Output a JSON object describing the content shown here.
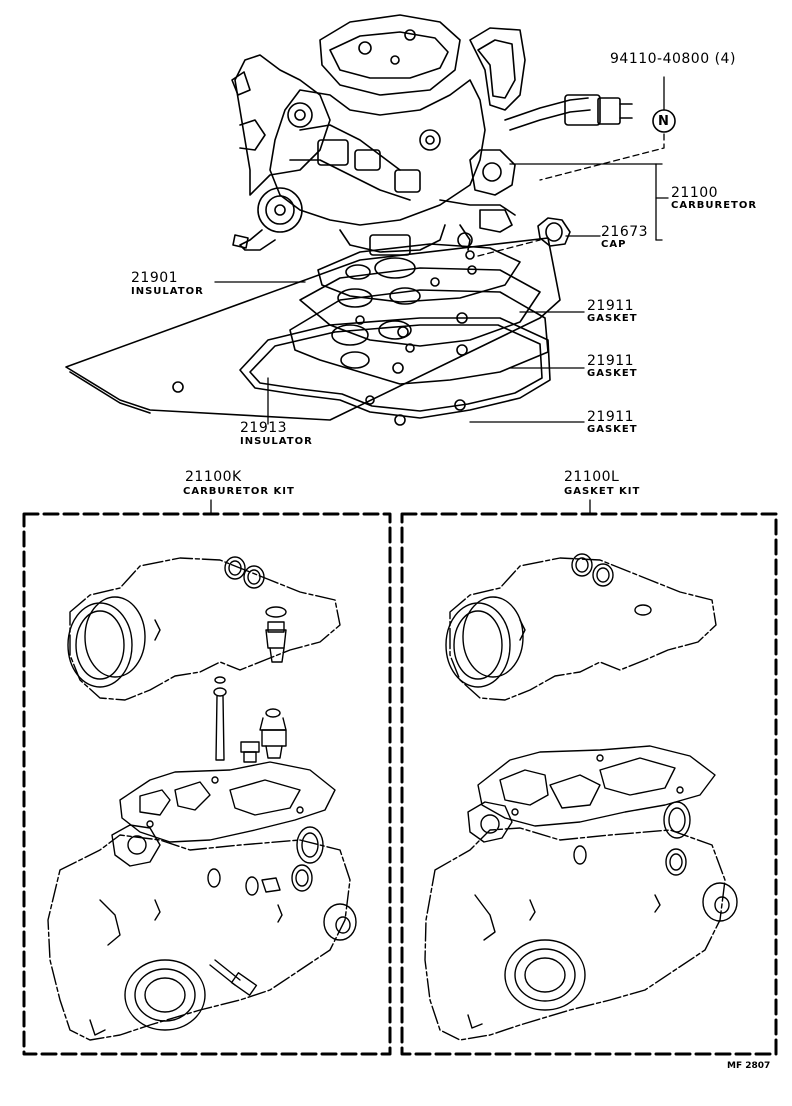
{
  "diagram": {
    "top_labels": [
      {
        "id": "bolt",
        "number": "94110-40800 (4)",
        "name": ""
      },
      {
        "id": "carburetor",
        "number": "21100",
        "name": "CARBURETOR"
      },
      {
        "id": "cap",
        "number": "21673",
        "name": "CAP"
      },
      {
        "id": "insulator_upper",
        "number": "21901",
        "name": "INSULATOR"
      },
      {
        "id": "gasket_1",
        "number": "21911",
        "name": "GASKET"
      },
      {
        "id": "gasket_2",
        "number": "21911",
        "name": "GASKET"
      },
      {
        "id": "gasket_3",
        "number": "21911",
        "name": "GASKET"
      },
      {
        "id": "insulator_lower",
        "number": "21913",
        "name": "INSULATOR"
      }
    ],
    "n_marker": "N",
    "kits": [
      {
        "id": "carburetor_kit",
        "number": "21100K",
        "name": "CARBURETOR KIT"
      },
      {
        "id": "gasket_kit",
        "number": "21100L",
        "name": "GASKET KIT"
      }
    ],
    "figure_code": "MF 2807"
  }
}
